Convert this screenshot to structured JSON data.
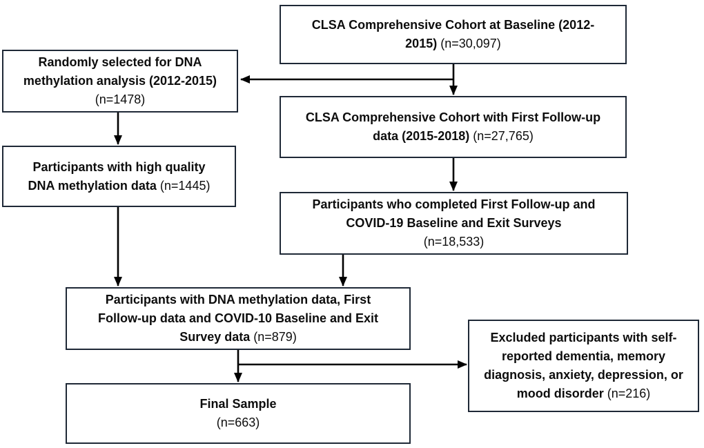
{
  "colors": {
    "box_border": "#1e2836",
    "arrow": "#000000",
    "text": "#0d0d0d",
    "background": "#ffffff"
  },
  "nodes": {
    "baseline_cohort": {
      "label": "CLSA Comprehensive Cohort at Baseline (2012-2015)",
      "n": "(n=30,097)"
    },
    "dna_selected": {
      "label": "Randomly selected for DNA methylation analysis (2012-2015)",
      "n": "(n=1478)"
    },
    "first_followup": {
      "label": "CLSA Comprehensive Cohort with First Follow-up data (2015-2018)",
      "n": "(n=27,765)"
    },
    "high_quality_dnam": {
      "label": "Participants with high quality DNA methylation data",
      "n": "(n=1445)"
    },
    "completed_surveys": {
      "label": "Participants who completed First Follow-up and COVID-19 Baseline and Exit Surveys",
      "n": "(n=18,533)"
    },
    "combined_data": {
      "label": "Participants with DNA methylation data, First Follow-up data and COVID-10 Baseline and Exit Survey data",
      "n": "(n=879)"
    },
    "excluded": {
      "label": "Excluded participants with self-reported dementia, memory diagnosis, anxiety, depression, or mood disorder",
      "n": "(n=216)"
    },
    "final_sample": {
      "label": "Final Sample",
      "n": "(n=663)"
    }
  },
  "edges": [
    {
      "from": "baseline_cohort",
      "to": "first_followup"
    },
    {
      "from": "baseline_cohort",
      "to": "dna_selected"
    },
    {
      "from": "dna_selected",
      "to": "high_quality_dnam"
    },
    {
      "from": "high_quality_dnam",
      "to": "combined_data"
    },
    {
      "from": "first_followup",
      "to": "completed_surveys"
    },
    {
      "from": "completed_surveys",
      "to": "combined_data"
    },
    {
      "from": "combined_data",
      "to": "excluded"
    },
    {
      "from": "combined_data",
      "to": "final_sample"
    }
  ]
}
